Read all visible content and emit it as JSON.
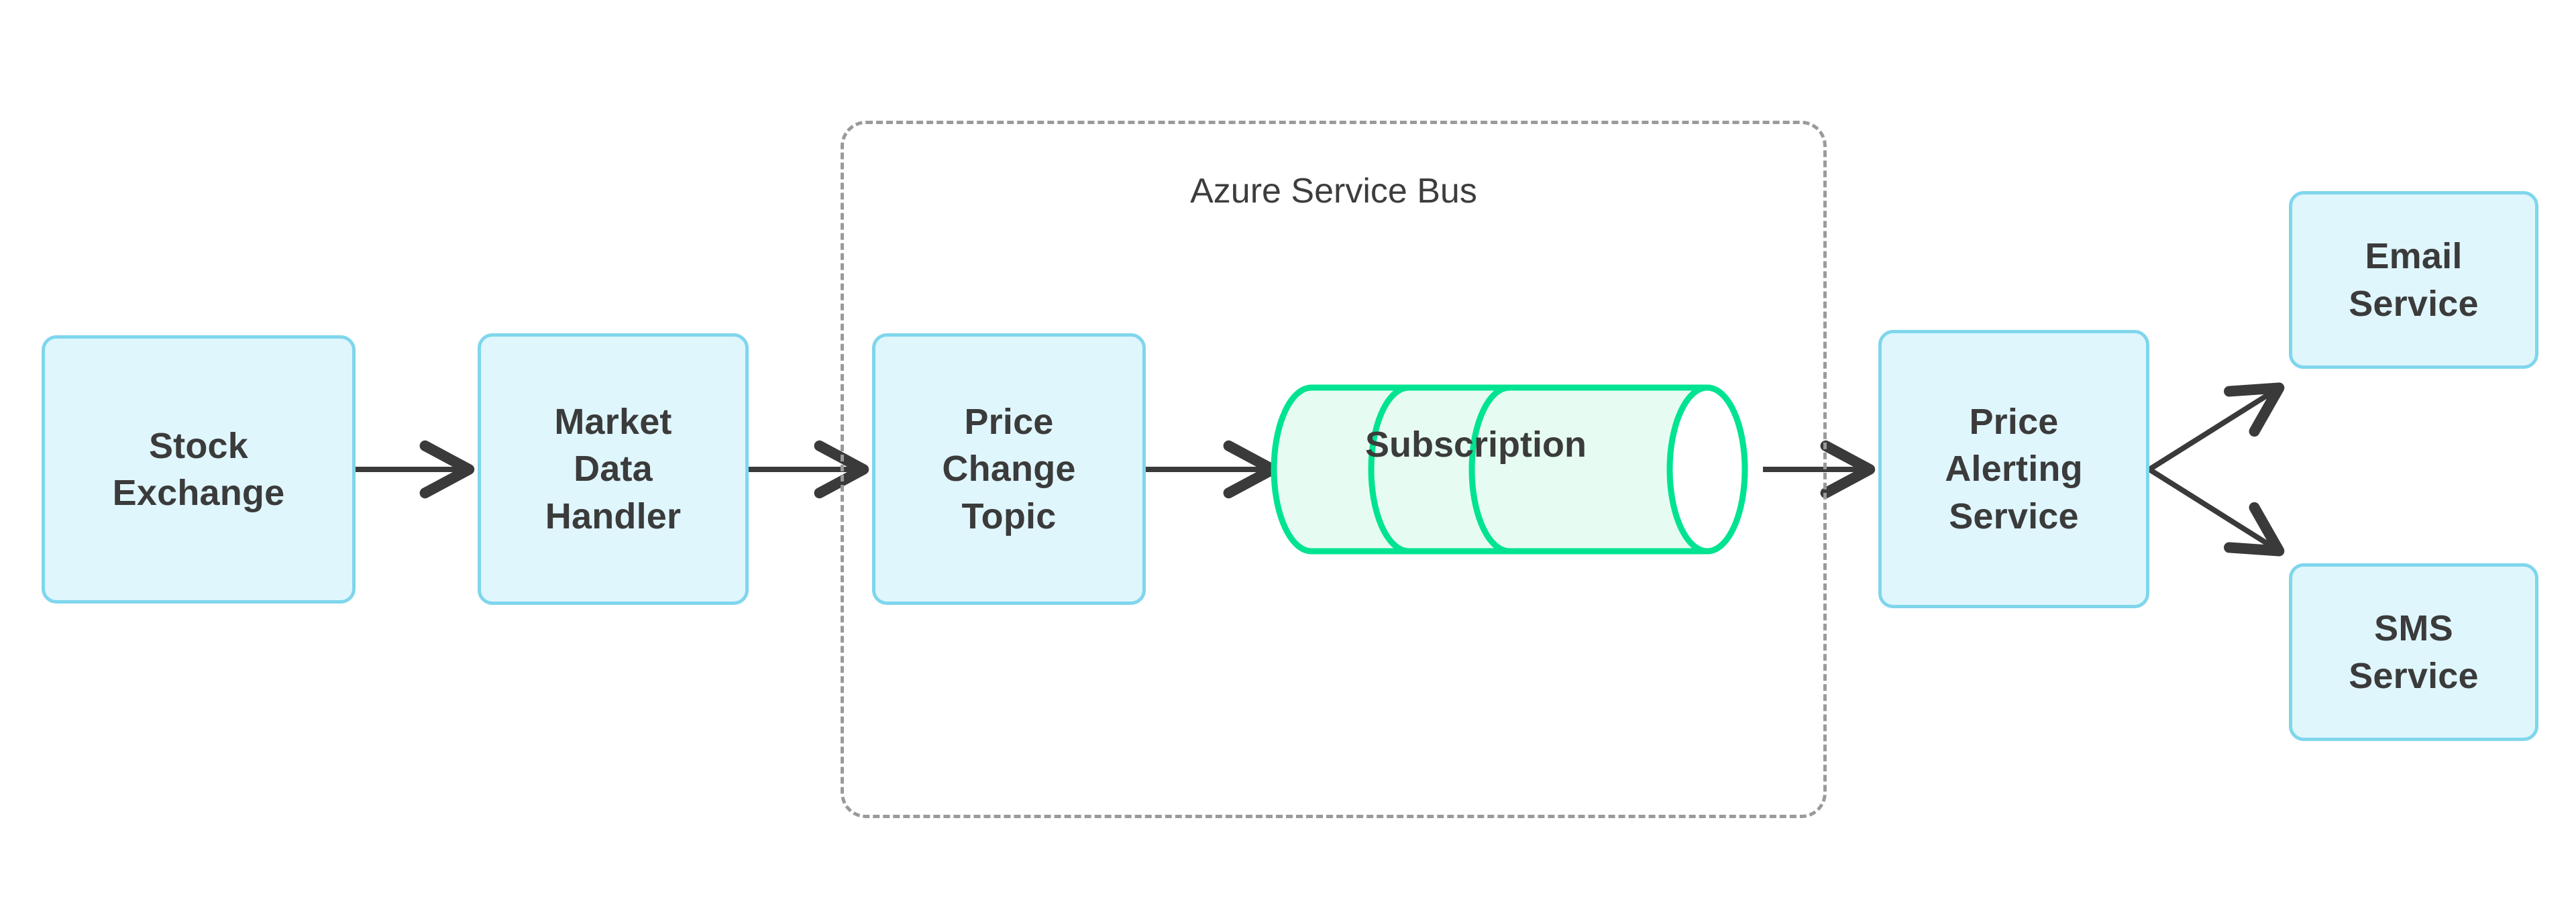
{
  "diagram": {
    "title": "Azure Service Bus price alerting flow",
    "background_color": "#ffffff",
    "group": {
      "label": "Azure Service Bus",
      "border_color": "#9a9a9a",
      "border_style": "dashed"
    },
    "node_style": {
      "fill": "#dff6fd",
      "stroke": "#7fd6ec",
      "text_color": "#3b3b3b"
    },
    "queue_style": {
      "fill": "#e6fcf2",
      "stroke": "#00e391",
      "text_color": "#3b3b3b"
    },
    "edge_style": {
      "color": "#3a3a3a",
      "arrowhead": "open-v"
    },
    "nodes": [
      {
        "id": "stock-exchange",
        "label": "Stock\nExchange",
        "shape": "rounded-rect"
      },
      {
        "id": "market-data",
        "label": "Market\nData\nHandler",
        "shape": "rounded-rect"
      },
      {
        "id": "price-topic",
        "label": "Price\nChange\nTopic",
        "shape": "rounded-rect"
      },
      {
        "id": "subscription",
        "label": "Subscription",
        "shape": "cylinder"
      },
      {
        "id": "price-alerting",
        "label": "Price\nAlerting\nService",
        "shape": "rounded-rect"
      },
      {
        "id": "email-service",
        "label": "Email\nService",
        "shape": "rounded-rect"
      },
      {
        "id": "sms-service",
        "label": "SMS\nService",
        "shape": "rounded-rect"
      }
    ],
    "edges": [
      {
        "from": "stock-exchange",
        "to": "market-data",
        "label": ""
      },
      {
        "from": "market-data",
        "to": "price-topic",
        "label": ""
      },
      {
        "from": "price-topic",
        "to": "subscription",
        "label": ""
      },
      {
        "from": "subscription",
        "to": "price-alerting",
        "label": ""
      },
      {
        "from": "price-alerting",
        "to": "email-service",
        "label": ""
      },
      {
        "from": "price-alerting",
        "to": "sms-service",
        "label": ""
      }
    ]
  }
}
